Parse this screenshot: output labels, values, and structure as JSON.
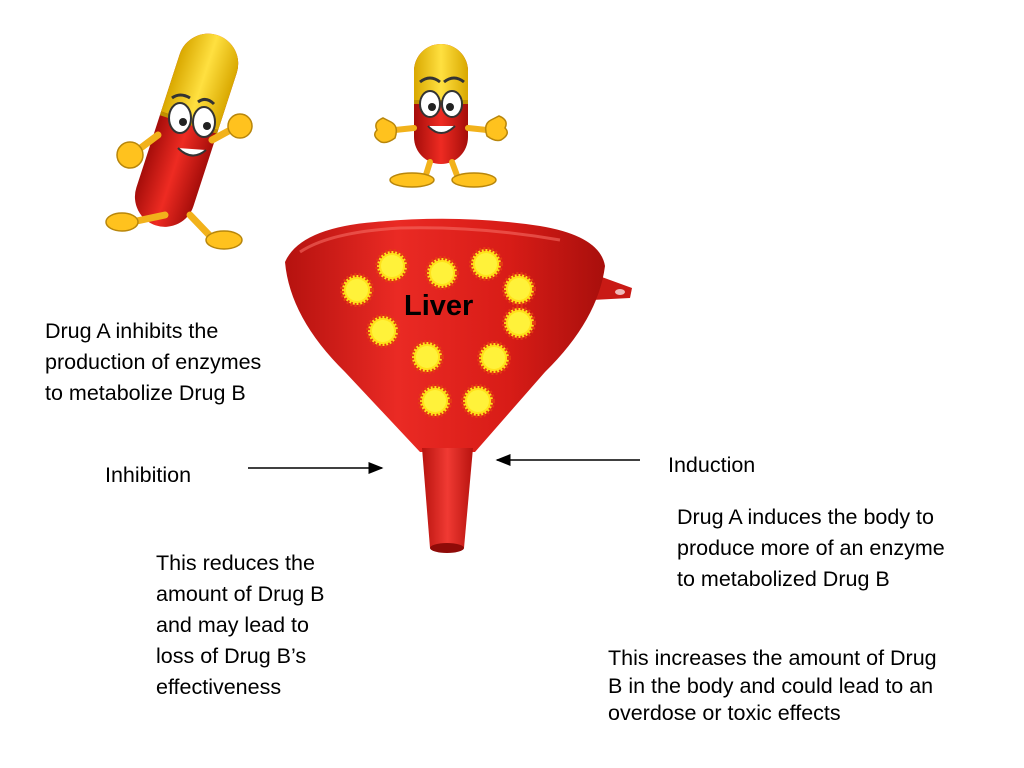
{
  "funnel": {
    "label": "Liver",
    "color": "#e0211c",
    "enzyme_color": "#ffe21a"
  },
  "inhibition": {
    "label": "Inhibition",
    "description": "Drug A inhibits the production of enzymes to metabolize Drug B",
    "consequence": "This reduces the amount of Drug B and may lead to loss of Drug B’s effectiveness"
  },
  "induction": {
    "label": "Induction",
    "description": "Drug A induces the body to produce more of an enzyme to metabolized Drug B",
    "consequence": "This increases the amount of Drug B in the body and could lead to an overdose or toxic effects"
  },
  "pills": [
    {
      "name": "running-pill",
      "pose": "running"
    },
    {
      "name": "standing-pill",
      "pose": "arms-out"
    }
  ]
}
